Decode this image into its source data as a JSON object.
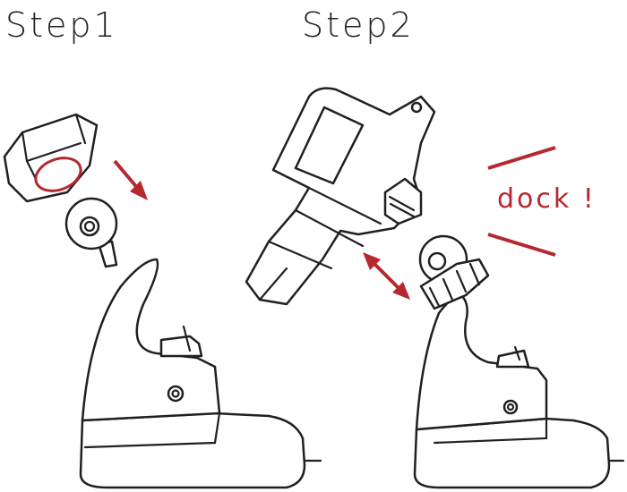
{
  "steps": {
    "step1": "Step1",
    "step2": "Step2"
  },
  "annotation": "dock !",
  "colors": {
    "accent": "#b5282e",
    "line": "#231f20"
  }
}
